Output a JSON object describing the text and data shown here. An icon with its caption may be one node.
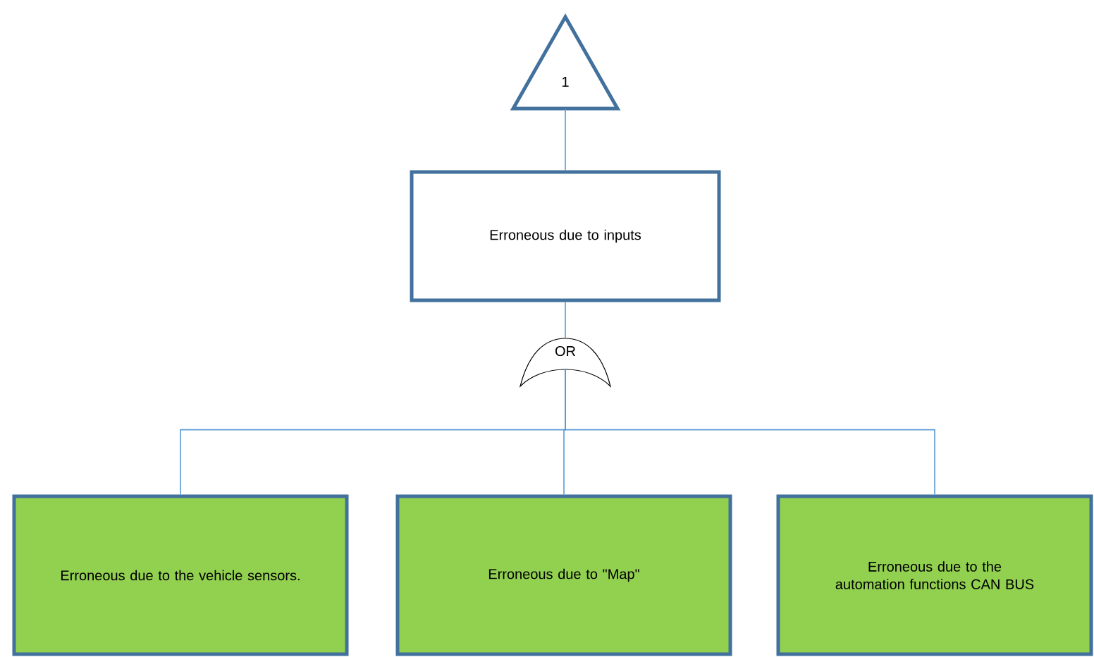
{
  "diagram": {
    "nodes": [
      {
        "text": [
          "1"
        ]
      },
      {
        "text": [
          "Erroneous due to inputs"
        ]
      },
      {
        "text": [
          "OR"
        ]
      },
      {
        "text": [
          "Erroneous due to the vehicle sensors."
        ]
      },
      {
        "text": [
          "Erroneous due to \"Map\""
        ]
      },
      {
        "text": [
          "Erroneous due to the automation functions CAN BUS"
        ]
      }
    ],
    "edges": [
      {
        "from": 0,
        "to": 1,
        "arrow": "none"
      },
      {
        "from": 1,
        "to": 2,
        "arrow": "none"
      },
      {
        "from": 2,
        "to": 3,
        "arrow": "none"
      },
      {
        "from": 2,
        "to": 4,
        "arrow": "none"
      },
      {
        "from": 2,
        "to": 5,
        "arrow": "none"
      }
    ]
  }
}
